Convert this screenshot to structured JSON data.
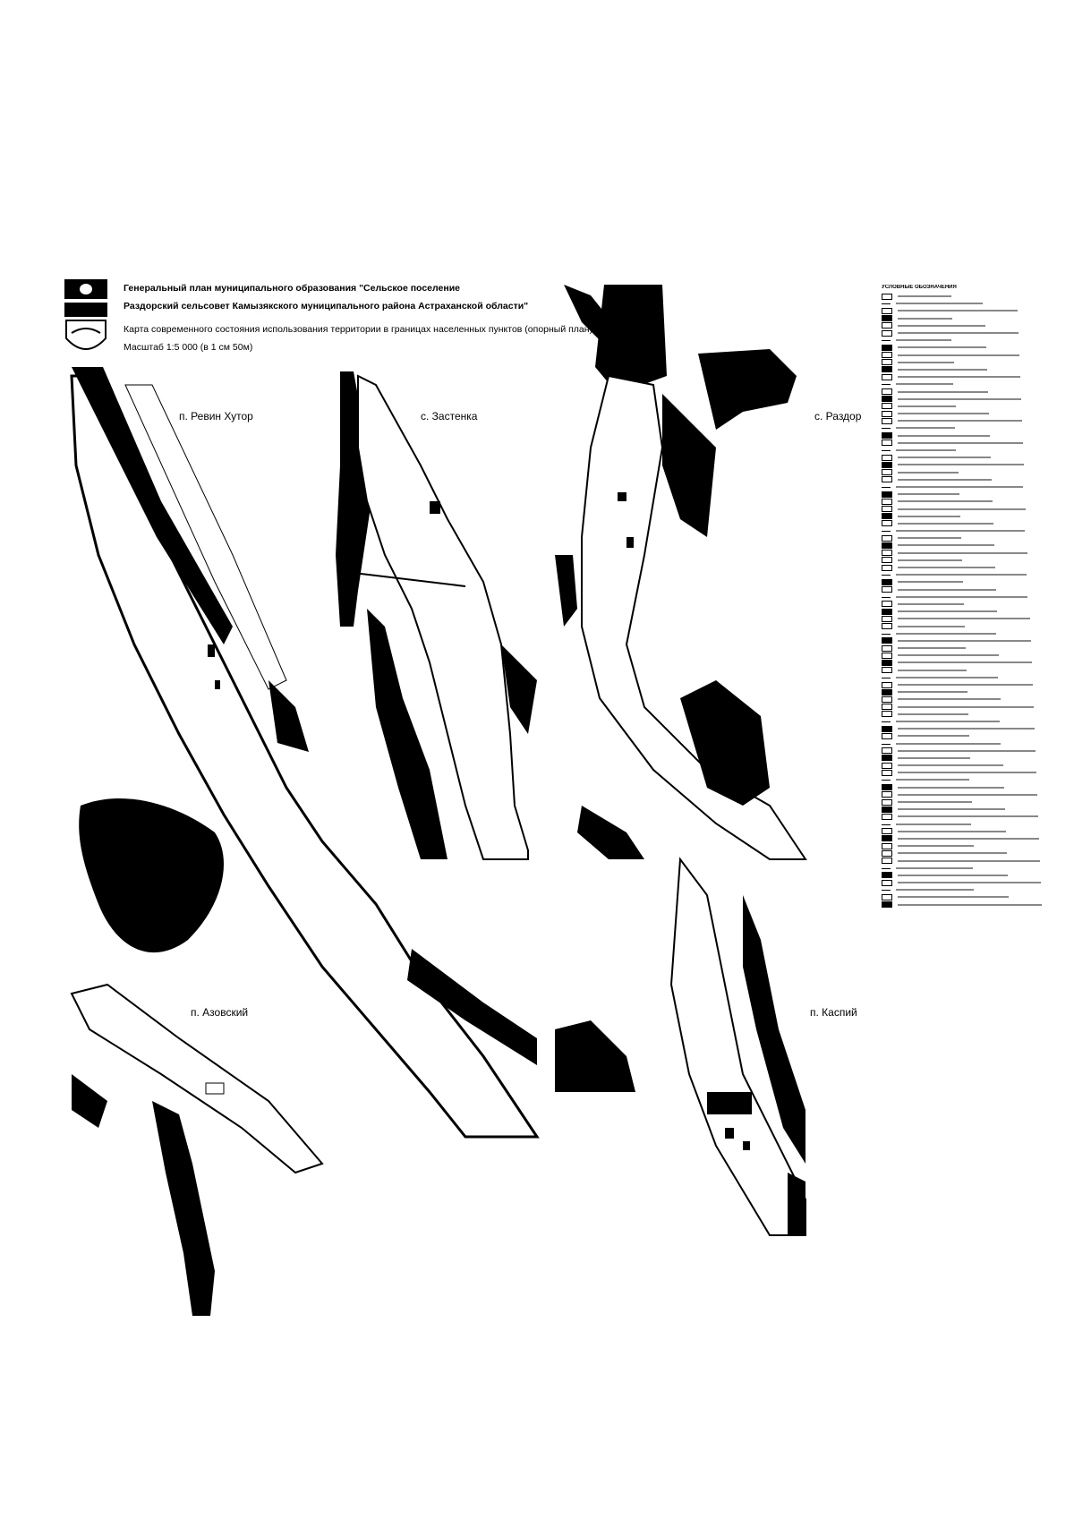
{
  "header": {
    "title_line1": "Генеральный план муниципального образования \"Сельское поселение",
    "title_line2": "Раздорский сельсовет Камызякского муниципального района Астраханской области\"",
    "subtitle": "Карта современного состояния использования территории в границах населенных пунктов (опорный план)",
    "scale": "Масштаб 1:5 000 (в 1 см 50м)"
  },
  "maps": {
    "revin_khutor": "п. Ревин Хутор",
    "zastenka": "с. Застенка",
    "razdor": "с. Раздор",
    "azovsky": "п. Азовский",
    "kaspiy": "п. Каспий"
  },
  "legend": {
    "title": "УСЛОВНЫЕ ОБОЗНАЧЕНИЯ"
  }
}
